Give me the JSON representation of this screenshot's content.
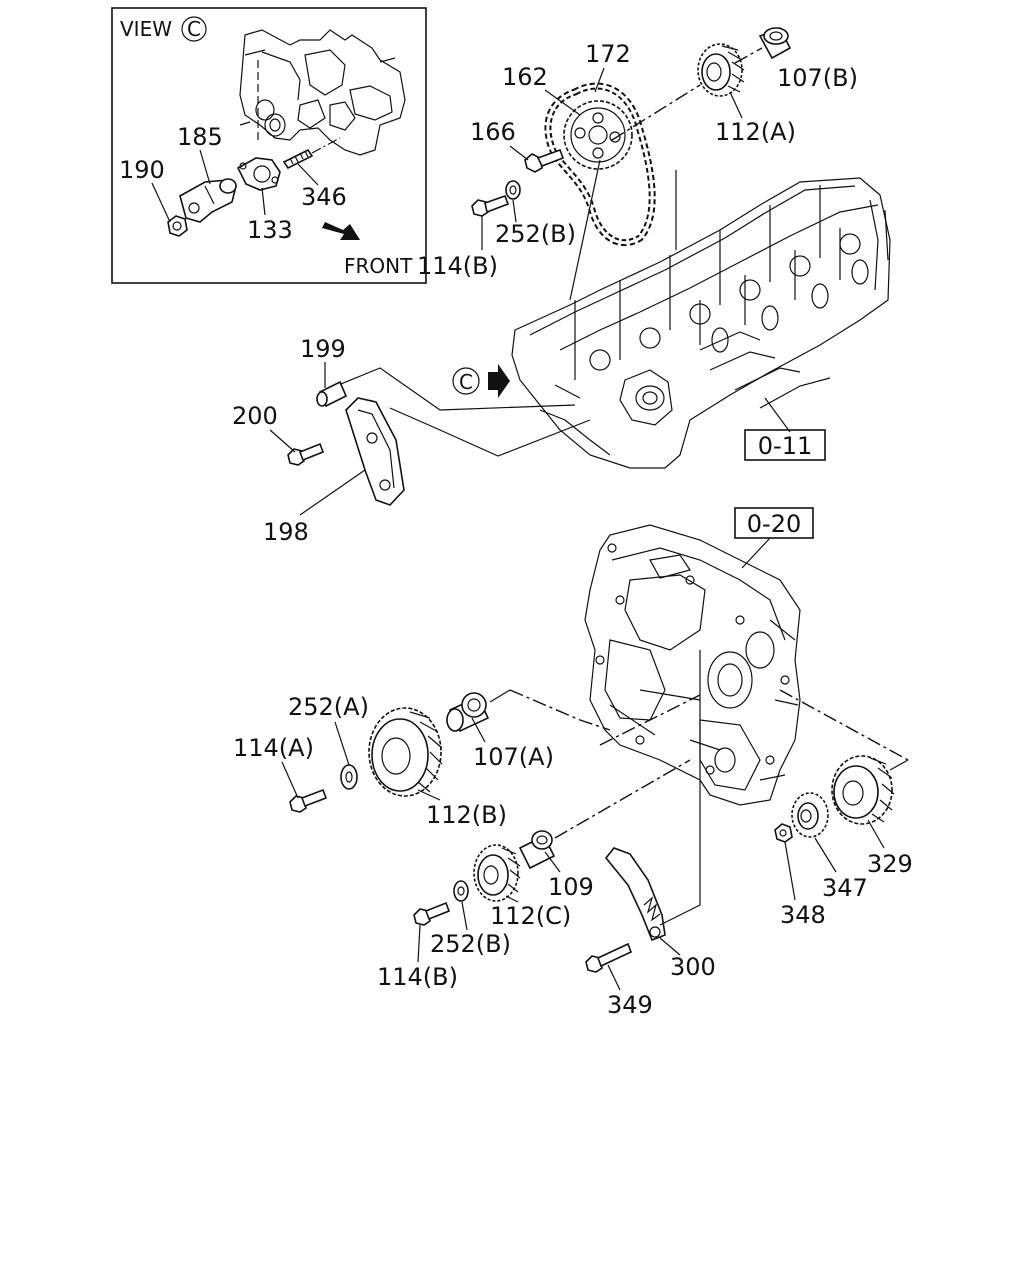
{
  "inset": {
    "view_text": "VIEW",
    "view_letter": "C",
    "front_text": "FRONT"
  },
  "c_marker": "C",
  "refs": {
    "cylinder_head": "0-11",
    "timing_case": "0-20"
  },
  "labels": {
    "p190": "190",
    "p185": "185",
    "p133": "133",
    "p346": "346",
    "p172": "172",
    "p162": "162",
    "p166": "166",
    "p107b": "107(B)",
    "p112a": "112(A)",
    "p252b_top": "252(B)",
    "p114b_top": "114(B)",
    "p199": "199",
    "p200": "200",
    "p198": "198",
    "p252a": "252(A)",
    "p114a": "114(A)",
    "p107a": "107(A)",
    "p112b": "112(B)",
    "p109": "109",
    "p112c": "112(C)",
    "p252b_bot": "252(B)",
    "p114b_bot": "114(B)",
    "p300": "300",
    "p349": "349",
    "p348": "348",
    "p347": "347",
    "p329": "329"
  }
}
